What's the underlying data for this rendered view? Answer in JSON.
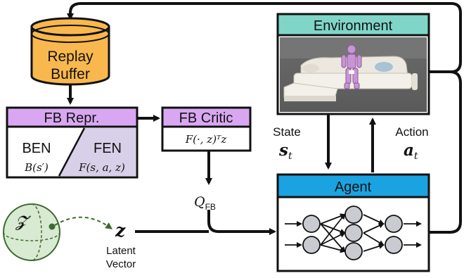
{
  "replay_buffer": {
    "line1": "Replay",
    "line2": "Buffer"
  },
  "fb_repr": {
    "title": "FB Repr.",
    "ben_label": "BEN",
    "ben_formula": "B(s′)",
    "fen_label": "FEN",
    "fen_formula": "F(s, a, z)"
  },
  "fb_critic": {
    "title": "FB Critic",
    "formula": "F(·, z)ᵀz"
  },
  "q_label": {
    "main": "Q",
    "sub": "FB"
  },
  "environment": {
    "title": "Environment"
  },
  "state": {
    "label": "State",
    "symbol": "s",
    "sub": "t"
  },
  "action": {
    "label": "Action",
    "symbol": "a",
    "sub": "t"
  },
  "agent": {
    "title": "Agent"
  },
  "latent": {
    "set_symbol": "𝓩",
    "z_symbol": "z",
    "line1": "Latent",
    "line2": "Vector"
  },
  "colors": {
    "replay_fill": "#f9b84e",
    "fb_repr_header": "#d9a7f2",
    "fen_fill": "#d7d0e8",
    "env_header": "#7fd6c8",
    "agent_header": "#1aa3e0",
    "sphere_fill": "#d8ead2",
    "sphere_stroke": "#3d6b2f"
  }
}
